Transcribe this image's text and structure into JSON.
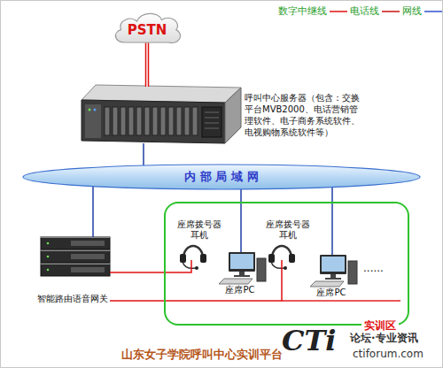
{
  "diagram": {
    "caption": "山东女子学院呼叫中心实训平台",
    "nodes": [
      {
        "text": [
          "PSTN"
        ]
      },
      {
        "text": [
          "呼叫中心服务器（包含：交换平台MVB2000、电话营销管理软件、电子商务系统软件、电视购物系统软件等）"
        ]
      },
      {
        "text": [
          "内 部 局 域 网"
        ]
      },
      {
        "text": [
          "智能路由语音网关"
        ]
      },
      {
        "text": [
          "实训区"
        ]
      },
      {
        "text": [
          "座席拨号器 耳机"
        ],
        "in": 4
      },
      {
        "text": [
          "座席PC"
        ],
        "in": 4
      },
      {
        "text": [
          "座席拨号器 耳机"
        ],
        "in": 4
      },
      {
        "text": [
          "座席PC"
        ],
        "in": 4
      }
    ],
    "edges": [
      {
        "from": 0,
        "to": 1,
        "arrow": "none"
      },
      {
        "from": 1,
        "to": 2,
        "arrow": "none"
      },
      {
        "from": 2,
        "to": 3,
        "arrow": "none"
      },
      {
        "from": 2,
        "to": 6,
        "arrow": "none"
      },
      {
        "from": 2,
        "to": 8,
        "arrow": "none"
      },
      {
        "from": 3,
        "to": 5,
        "arrow": "none"
      },
      {
        "from": 3,
        "to": 7,
        "arrow": "none"
      }
    ],
    "labels": [
      "......",
      "CTi",
      "论坛·专业资讯",
      "ctiforum.com"
    ],
    "legend": [
      {
        "text": "数字中继线"
      },
      {
        "text": "电话线"
      },
      {
        "text": "网线"
      }
    ]
  }
}
